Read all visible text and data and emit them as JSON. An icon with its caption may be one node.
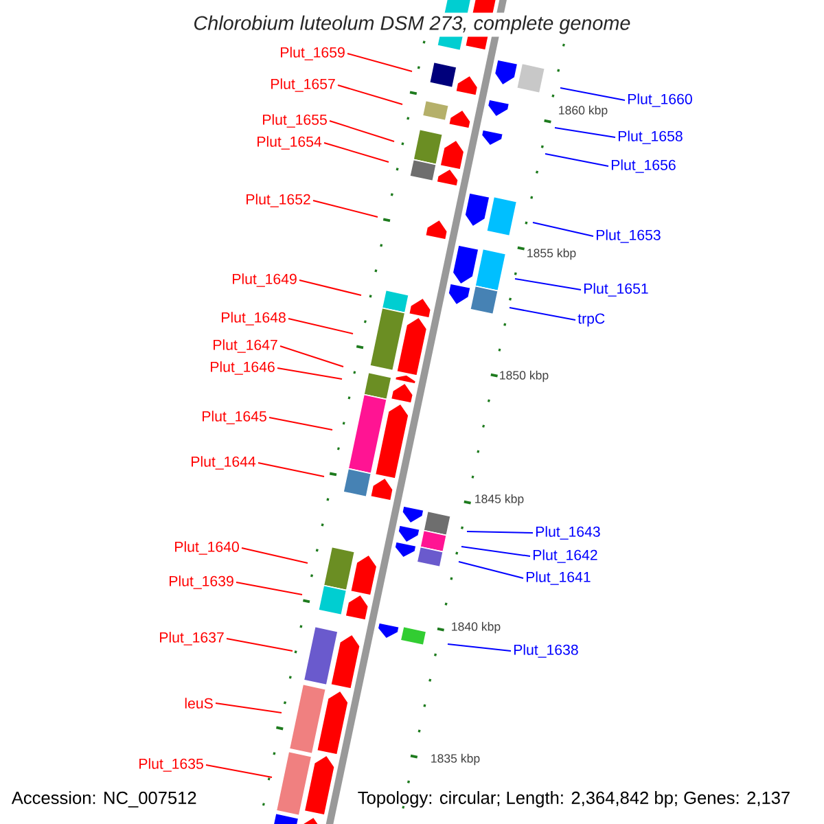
{
  "diagram": {
    "title": "Chlorobium luteolum DSM 273, complete genome",
    "nodes": [
      {
        "text": [
          "Plut_1659"
        ]
      },
      {
        "text": [
          "Plut_1657"
        ]
      },
      {
        "text": [
          "Plut_1660"
        ]
      },
      {
        "text": [
          "Plut_1655"
        ]
      },
      {
        "text": [
          "Plut_1658"
        ]
      },
      {
        "text": [
          "Plut_1654"
        ]
      },
      {
        "text": [
          "Plut_1656"
        ]
      },
      {
        "text": [
          "Plut_1652"
        ]
      },
      {
        "text": [
          "Plut_1653"
        ]
      },
      {
        "text": [
          "Plut_1649"
        ]
      },
      {
        "text": [
          "Plut_1651"
        ]
      },
      {
        "text": [
          "Plut_1648"
        ]
      },
      {
        "text": [
          "trpC"
        ]
      },
      {
        "text": [
          "Plut_1647"
        ]
      },
      {
        "text": [
          "Plut_1646"
        ]
      },
      {
        "text": [
          "Plut_1645"
        ]
      },
      {
        "text": [
          "Plut_1644"
        ]
      },
      {
        "text": [
          "Plut_1643"
        ]
      },
      {
        "text": [
          "Plut_1640"
        ]
      },
      {
        "text": [
          "Plut_1642"
        ]
      },
      {
        "text": [
          "Plut_1641"
        ]
      },
      {
        "text": [
          "Plut_1639"
        ]
      },
      {
        "text": [
          "Plut_1638"
        ]
      },
      {
        "text": [
          "Plut_1637"
        ]
      },
      {
        "text": [
          "leuS"
        ]
      },
      {
        "text": [
          "Plut_1635"
        ]
      }
    ],
    "edges": [
      {
        "from": 0,
        "to": null,
        "arrow": "none"
      },
      {
        "from": 1,
        "to": null,
        "arrow": "none"
      },
      {
        "from": 2,
        "to": null,
        "arrow": "none",
        "color": "#0000ff"
      },
      {
        "from": 3,
        "to": null,
        "arrow": "none"
      },
      {
        "from": 4,
        "to": null,
        "arrow": "none",
        "color": "#0000ff"
      },
      {
        "from": 5,
        "to": null,
        "arrow": "none"
      },
      {
        "from": 6,
        "to": null,
        "arrow": "none",
        "color": "#0000ff"
      },
      {
        "from": 7,
        "to": null,
        "arrow": "none"
      },
      {
        "from": 8,
        "to": null,
        "arrow": "none",
        "color": "#0000ff"
      },
      {
        "from": 9,
        "to": null,
        "arrow": "none"
      },
      {
        "from": 10,
        "to": null,
        "arrow": "none",
        "color": "#0000ff"
      },
      {
        "from": 11,
        "to": null,
        "arrow": "none"
      },
      {
        "from": 12,
        "to": null,
        "arrow": "none",
        "color": "#0000ff"
      },
      {
        "from": 13,
        "to": null,
        "arrow": "none"
      },
      {
        "from": 14,
        "to": null,
        "arrow": "none"
      },
      {
        "from": 15,
        "to": null,
        "arrow": "none"
      },
      {
        "from": 16,
        "to": null,
        "arrow": "none"
      },
      {
        "from": 17,
        "to": null,
        "arrow": "none",
        "color": "#0000ff"
      },
      {
        "from": 18,
        "to": null,
        "arrow": "none"
      },
      {
        "from": 19,
        "to": null,
        "arrow": "none",
        "color": "#0000ff"
      },
      {
        "from": 20,
        "to": null,
        "arrow": "none",
        "color": "#0000ff"
      },
      {
        "from": 21,
        "to": null,
        "arrow": "none"
      },
      {
        "from": 22,
        "to": null,
        "arrow": "none",
        "color": "#0000ff"
      },
      {
        "from": 23,
        "to": null,
        "arrow": "none"
      },
      {
        "from": 24,
        "to": null,
        "arrow": "none"
      },
      {
        "from": 25,
        "to": null,
        "arrow": "none"
      }
    ],
    "labels": [
      "1860 kbp",
      "1855 kbp",
      "1850 kbp",
      "1845 kbp",
      "1840 kbp",
      "1835 kbp",
      "Accession: NC_007512",
      "Topology: circular; Length: 2,364,842 bp; Genes: 2,137"
    ]
  }
}
